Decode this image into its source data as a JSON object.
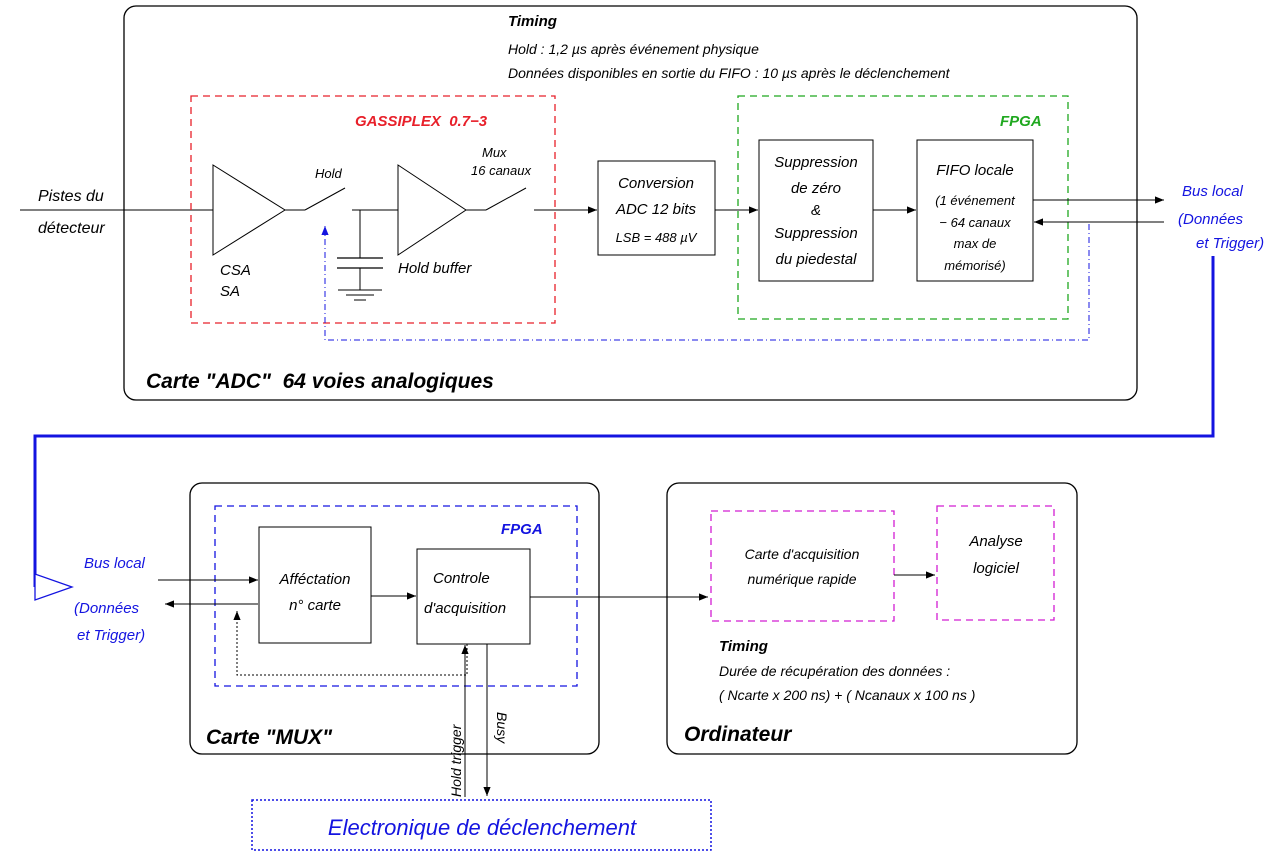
{
  "adc_card": {
    "title": "Carte \"ADC\"  64 voies analogiques",
    "timing": {
      "heading": "Timing",
      "line1": "Hold : 1,2 µs après événement physique",
      "line2": "Données disponibles en sortie du FIFO : 10 µs après le déclenchement"
    },
    "input": {
      "line1": "Pistes du",
      "line2": "détecteur"
    },
    "gassiplex": {
      "label": "GASSIPLEX  0.7−3",
      "csa": "CSA",
      "sa": "SA",
      "hold": "Hold",
      "hold_buffer": "Hold buffer",
      "mux_line1": "Mux",
      "mux_line2": "16 canaux"
    },
    "conversion": {
      "line1": "Conversion",
      "line2": "ADC 12 bits",
      "line3": "LSB = 488 µV"
    },
    "fpga": {
      "label": "FPGA",
      "suppression": {
        "line1": "Suppression",
        "line2": "de zéro",
        "line3": "&",
        "line4": "Suppression",
        "line5": "du piedestal"
      },
      "fifo": {
        "line1": "FIFO locale",
        "line2": "(1 événement",
        "line3": "− 64 canaux",
        "line4": "max de",
        "line5": "mémorisé)"
      }
    },
    "bus": {
      "line1": "Bus local",
      "line2": "(Données",
      "line3": "et Trigger)"
    }
  },
  "mux_card": {
    "title": "Carte \"MUX\"",
    "fpga_label": "FPGA",
    "affectation": {
      "line1": "Afféctation",
      "line2": "n° carte"
    },
    "controle": {
      "line1": "Controle",
      "line2": "d'acquisition"
    },
    "bus": {
      "line1": "Bus local",
      "line2": "(Données",
      "line3": "et Trigger)"
    },
    "hold_trigger": "Hold trigger",
    "busy": "Busy"
  },
  "ordinateur": {
    "title": "Ordinateur",
    "acquisition": {
      "line1": "Carte d'acquisition",
      "line2": "numérique rapide"
    },
    "analyse": {
      "line1": "Analyse",
      "line2": "logiciel"
    },
    "timing": {
      "heading": "Timing",
      "line1": "Durée de récupération des données :",
      "line2": "( Ncarte x 200 ns) + ( Ncanaux x 100 ns )"
    }
  },
  "trigger_electronics": {
    "label": "Electronique de déclenchement"
  },
  "colors": {
    "gassiplex": "#e8202a",
    "fpga_adc": "#1fa81f",
    "blue": "#1414e0",
    "magenta": "#d21ed2"
  }
}
